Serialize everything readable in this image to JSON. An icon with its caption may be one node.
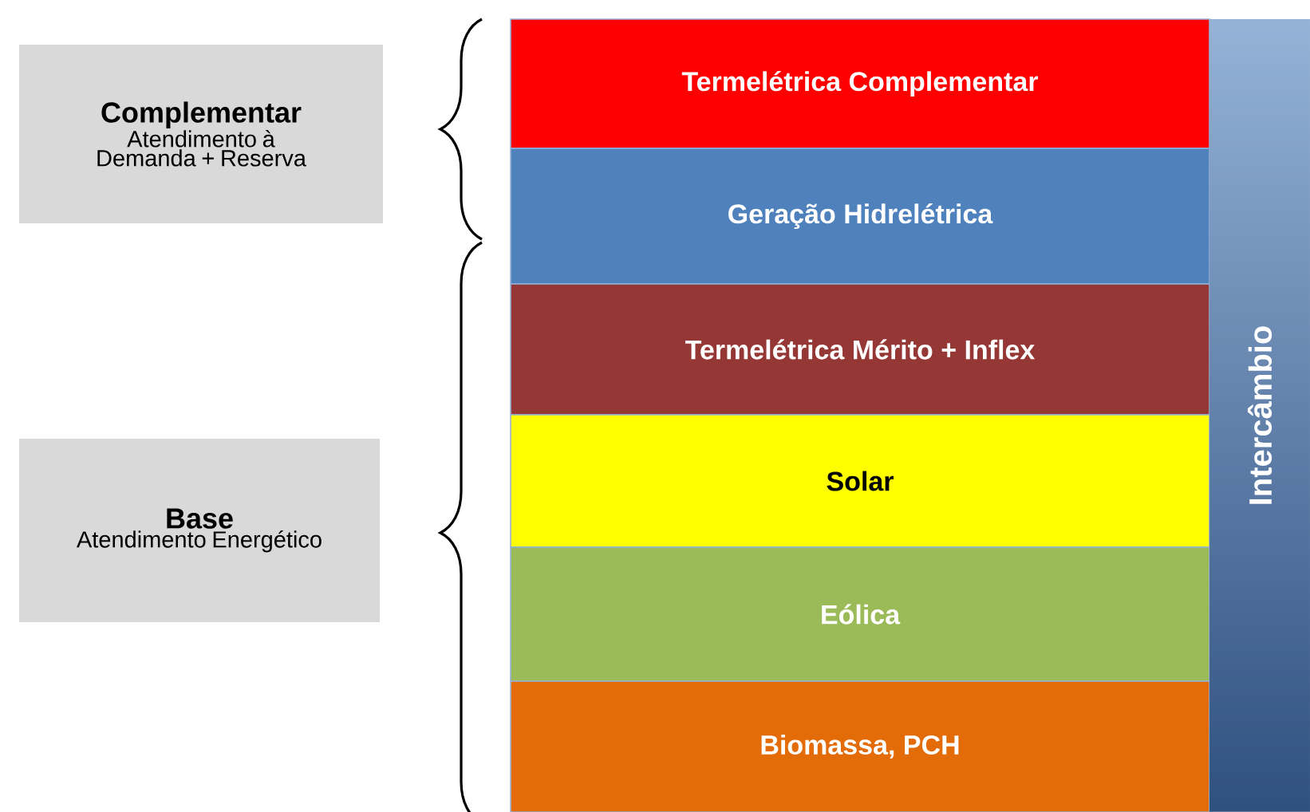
{
  "diagram": {
    "nodes": [
      {
        "text": [
          "Complementar",
          "Atendimento à Demanda + Reserva"
        ]
      },
      {
        "text": [
          "Base",
          "Atendimento Energético"
        ]
      },
      {
        "text": [
          "Termelétrica Complementar"
        ]
      },
      {
        "text": [
          "Geração Hidrelétrica"
        ]
      },
      {
        "text": [
          "Termelétrica Mérito + Inflex"
        ]
      },
      {
        "text": [
          "Solar"
        ]
      },
      {
        "text": [
          "Eólica"
        ]
      },
      {
        "text": [
          "Biomassa, PCH"
        ]
      },
      {
        "text": [
          "Intercâmbio"
        ]
      }
    ]
  }
}
